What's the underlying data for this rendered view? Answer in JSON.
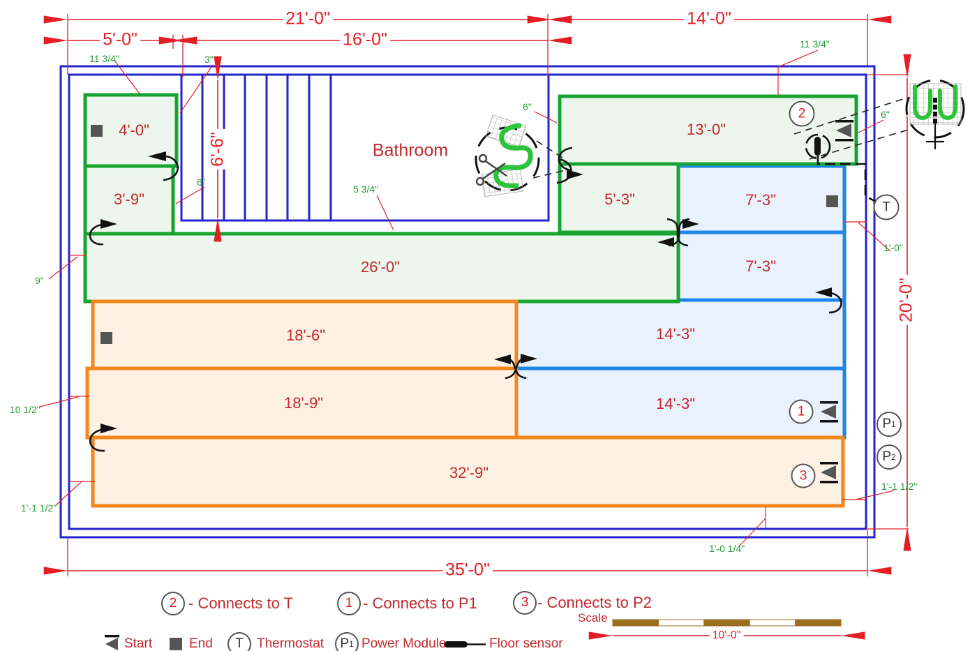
{
  "room": {
    "name": "Bathroom"
  },
  "dimensions": {
    "top_left_total": "21'-0\"",
    "top_right_total": "14'-0\"",
    "top_sub_a": "5'-0\"",
    "top_sub_b": "16'-0\"",
    "joist_span": "6'-6\"",
    "right_height": "20'-0\"",
    "bottom_total": "35'-0\"",
    "scale_length": "10'-0\""
  },
  "regions": {
    "r4": "4'-0\"",
    "r39": "3'-9\"",
    "r13": "13'-0\"",
    "r53": "5'-3\"",
    "r26": "26'-0\"",
    "r73a": "7'-3\"",
    "r73b": "7'-3\"",
    "r143a": "14'-3\"",
    "r143b": "14'-3\"",
    "r186": "18'-6\"",
    "r189": "18'-9\"",
    "r329": "32'-9\""
  },
  "offset_labels": [
    "11 3/4\"",
    "3\"",
    "11 3/4\"",
    "6\"",
    "6\"",
    "5 3/4\"",
    "6\"",
    "9\"",
    "1'-0\"",
    "10 1/2\"",
    "1'-1 1/2\"",
    "1'-1 1/2\"",
    "1'-0 1/4\""
  ],
  "badges": {
    "b2": "2",
    "b1": "1",
    "b3": "3"
  },
  "devices": {
    "thermostat": "T",
    "power": "P",
    "p1_sub": "1",
    "p2_sub": "2"
  },
  "notes": [
    {
      "num": "2",
      "text": "- Connects to T"
    },
    {
      "num": "1",
      "text": "- Connects to P1"
    },
    {
      "num": "3",
      "text": "- Connects to P2"
    }
  ],
  "legend": {
    "start": "Start",
    "end": "End",
    "thermostat": "Thermostat",
    "power_module": "Power Module",
    "floor_sensor": "Floor sensor"
  },
  "scale": {
    "label": "Scale",
    "length": "10'-0\""
  },
  "colors": {
    "wall_blue": "#2323cf",
    "mat_green": "#18a432",
    "mat_blue": "#1d86e8",
    "mat_orange": "#f4861c",
    "dim_red": "#e31e25",
    "label_green": "#259b36",
    "scale_brown": "#9a6e1e"
  }
}
